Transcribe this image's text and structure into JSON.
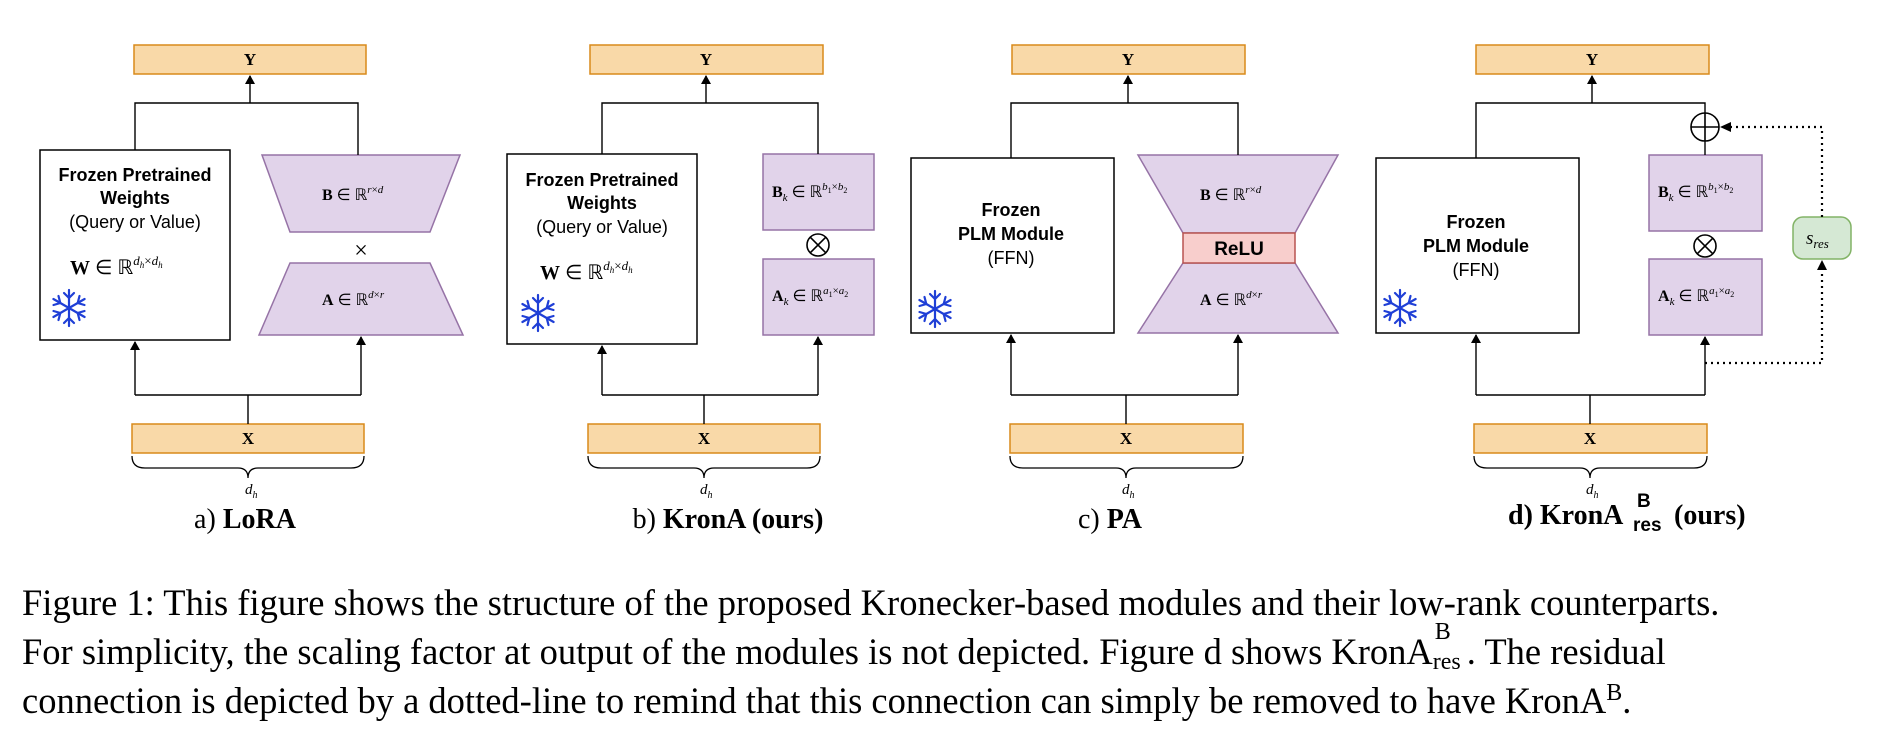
{
  "panels": [
    {
      "label_prefix": "a) ",
      "label_bold": "LoRA",
      "output": "Y",
      "input": "X",
      "brace": "d",
      "frozen_title_1": "Frozen Pretrained",
      "frozen_title_2": "Weights",
      "frozen_sub": "(Query or Value)",
      "frozen_matrix": "W ∈ ℝ",
      "top_matrix": "B ∈ ℝ",
      "bottom_matrix": "A ∈ ℝ",
      "op": "×"
    },
    {
      "label_prefix": "b) ",
      "label_bold": "KronA (ours)",
      "output": "Y",
      "input": "X",
      "brace": "d",
      "frozen_title_1": "Frozen Pretrained",
      "frozen_title_2": "Weights",
      "frozen_sub": "(Query or Value)",
      "frozen_matrix": "W ∈ ℝ",
      "top_matrix": "B",
      "bottom_matrix": "A",
      "op": "⊗"
    },
    {
      "label_prefix": "c) ",
      "label_bold": "PA",
      "output": "Y",
      "input": "X",
      "brace": "d",
      "frozen_title_1": "Frozen",
      "frozen_title_2": "PLM Module",
      "frozen_sub": "(FFN)",
      "top_matrix": "B ∈ ℝ",
      "bottom_matrix": "A ∈ ℝ",
      "relu": "ReLU"
    },
    {
      "label_bold": "d) KronA",
      "label_sup": "B",
      "label_sub": "res",
      "label_suffix": "(ours)",
      "output": "Y",
      "input": "X",
      "brace": "d",
      "frozen_title_1": "Frozen",
      "frozen_title_2": "PLM Module",
      "frozen_sub": "(FFN)",
      "top_matrix": "B",
      "bottom_matrix": "A",
      "op": "⊗",
      "scale": "s"
    }
  ],
  "caption": {
    "line1": "Figure 1: This figure shows the structure of the proposed Kronecker-based modules and their low-rank counterparts.",
    "line2_a": "For simplicity, the scaling factor at output of the modules is not depicted. Figure d shows KronA",
    "line2_sup": "B",
    "line2_sub": "res",
    "line2_b": ". The residual",
    "line3_a": "connection is depicted by a dotted-line to remind that this connection can simply be removed to have KronA",
    "line3_sup": "B",
    "line3_b": "."
  },
  "colors": {
    "io_fill": "#f9d9a8",
    "io_stroke": "#d98a1a",
    "adapter_fill": "#e1d3ea",
    "adapter_stroke": "#9673a6",
    "relu_fill": "#f8cecc",
    "relu_stroke": "#b85450",
    "scale_fill": "#d5e8d4",
    "scale_stroke": "#82b366",
    "snowflake": "#1f3fd6"
  }
}
